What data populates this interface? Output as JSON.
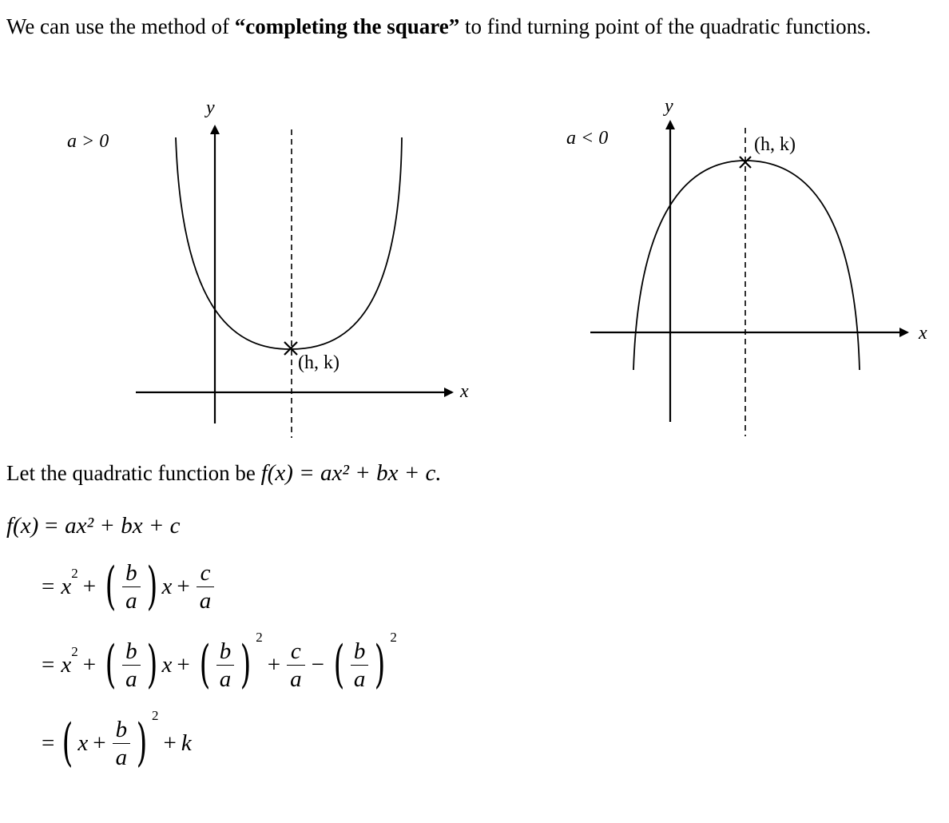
{
  "intro": {
    "prefix": "We can use the method of ",
    "emphasis": "“completing the square”",
    "suffix": " to find turning point of the quadratic functions."
  },
  "graph_left": {
    "condition": "a > 0",
    "y_label": "y",
    "x_label": "x",
    "vertex_label": "(h, k)"
  },
  "graph_right": {
    "condition": "a < 0",
    "y_label": "y",
    "x_label": "x",
    "vertex_label": "(h, k)"
  },
  "sentence": {
    "text": "Let the quadratic function be ",
    "formula": "f(x) = ax² + bx + c."
  },
  "derivation": {
    "lhs": "f(x)",
    "line1": "= ax² + bx + c",
    "eq": "=",
    "x": "x",
    "b": "b",
    "a": "a",
    "c": "c",
    "k": "k",
    "two": "2",
    "plus": "+",
    "minus": "−"
  }
}
